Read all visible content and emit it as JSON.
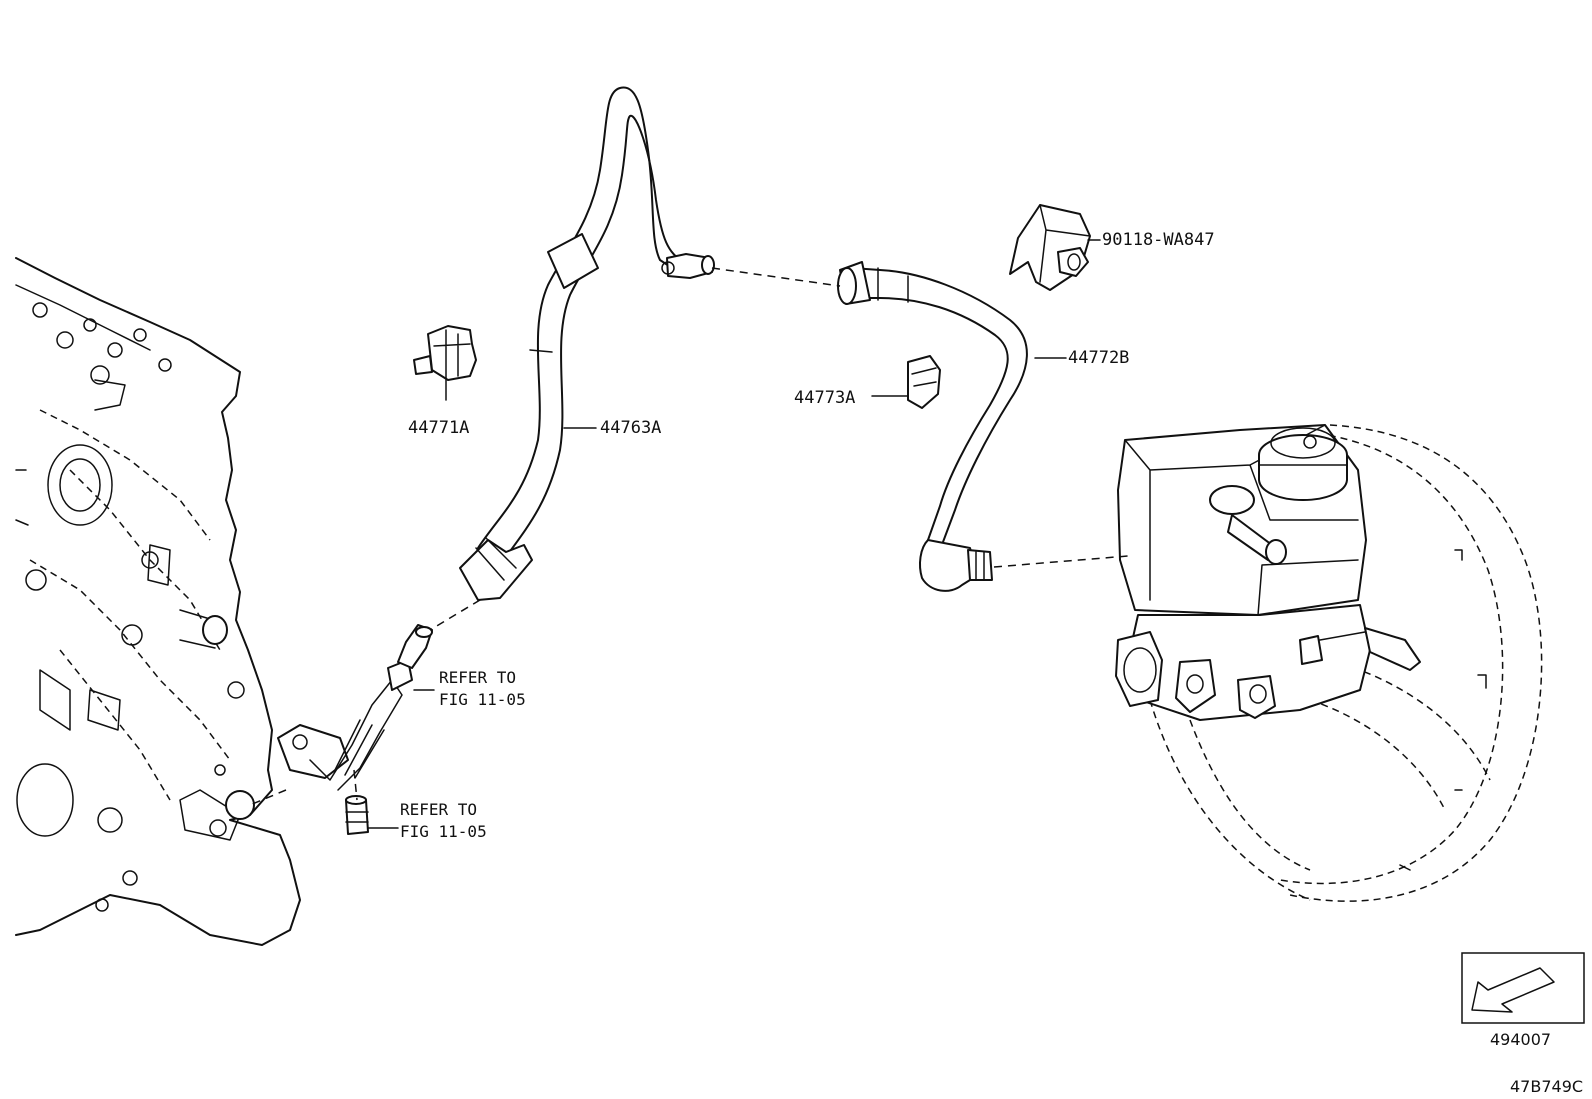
{
  "callouts": {
    "p90118": "90118-WA847",
    "p44772b": "44772B",
    "p44773a": "44773A",
    "p44771a": "44771A",
    "p44763a": "44763A",
    "refer_top_1": "REFER TO",
    "refer_top_2": "FIG 11-05",
    "refer_bottom_1": "REFER TO",
    "refer_bottom_2": "FIG 11-05"
  },
  "footer": {
    "orientation_code": "494007",
    "diagram_code": "47B749C"
  },
  "icons": [
    "engine-block",
    "vacuum-hose",
    "brake-booster",
    "clamp",
    "orientation-arrow-icon"
  ]
}
